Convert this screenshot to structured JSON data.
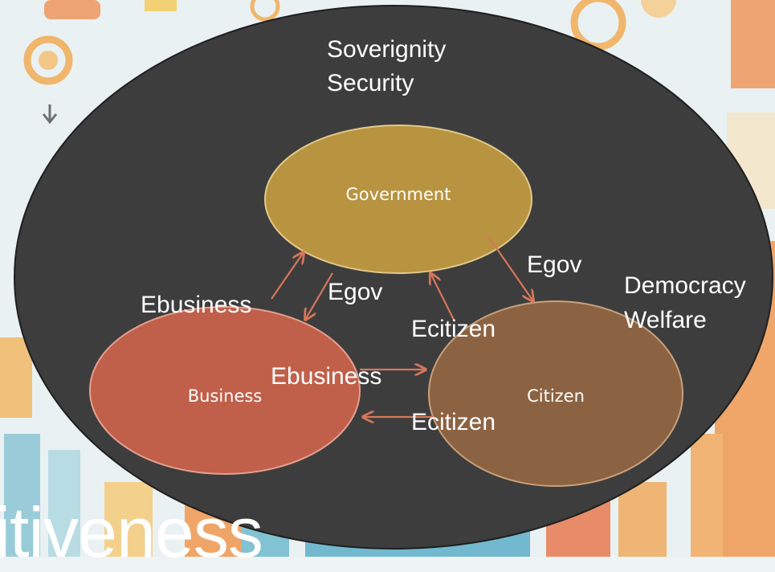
{
  "outer_labels": {
    "top": [
      "Soverignity",
      "Security"
    ],
    "right": [
      "Democracy",
      "Welfare"
    ]
  },
  "nodes": {
    "government": "Government",
    "business": "Business",
    "citizen": "Citizen"
  },
  "edges": {
    "biz_to_gov": "Ebusiness",
    "gov_to_biz": "Egov",
    "gov_to_cit": "Egov",
    "cit_to_gov": "Ecitizen",
    "biz_to_cit": "Ebusiness",
    "cit_to_biz": "Ecitizen"
  },
  "footer_fragment": "titiveness",
  "colors": {
    "outer": "#3d3d3d",
    "government": "#b89340",
    "business": "#c0604a",
    "citizen": "#8c6342",
    "arrow": "#d6775a"
  }
}
